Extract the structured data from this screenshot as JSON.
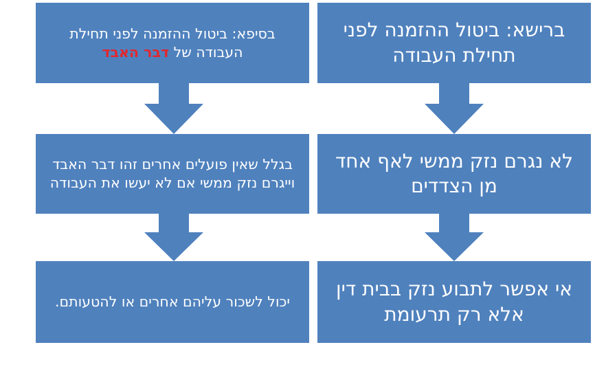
{
  "colors": {
    "box_fill": "#4f81bd",
    "text": "#ffffff",
    "highlight": "#e3262c"
  },
  "right_column": {
    "box1": "ברישא: ביטול ההזמנה לפני תחילת העבודה",
    "box2": "לא נגרם נזק ממשי לאף אחד מן הצדדים",
    "box3": "אי אפשר לתבוע נזק בבית דין אלא רק תרעומת"
  },
  "left_column": {
    "box1_prefix": "בסיפא: ביטול ההזמנה לפני תחילת העבודה של ",
    "box1_highlight": "דבר האבד",
    "box2": "בגלל שאין פועלים אחרים זהו דבר האבד וייגרם נזק ממשי אם לא יעשו את העבודה",
    "box3": "יכול לשכור עליהם אחרים או להטעותם."
  }
}
